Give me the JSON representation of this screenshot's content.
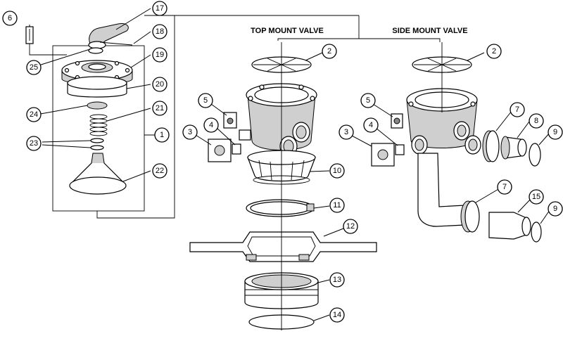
{
  "titles": {
    "top_mount": "TOP MOUNT VALVE",
    "side_mount": "SIDE MOUNT VALVE"
  },
  "callouts": {
    "c17": "17",
    "c18": "18",
    "c19": "19",
    "c20": "20",
    "c21": "21",
    "c22": "22",
    "c23": "23",
    "c24": "24",
    "c25": "25",
    "c6": "6",
    "c1": "1",
    "top_c2": "2",
    "top_c3": "3",
    "top_c4": "4",
    "top_c5": "5",
    "c10": "10",
    "c11": "11",
    "c12": "12",
    "c13": "13",
    "c14": "14",
    "side_c2": "2",
    "side_c3": "3",
    "side_c4": "4",
    "side_c5": "5",
    "side_c7a": "7",
    "side_c8": "8",
    "side_c9a": "9",
    "side_c7b": "7",
    "side_c15": "15",
    "side_c9b": "9"
  }
}
